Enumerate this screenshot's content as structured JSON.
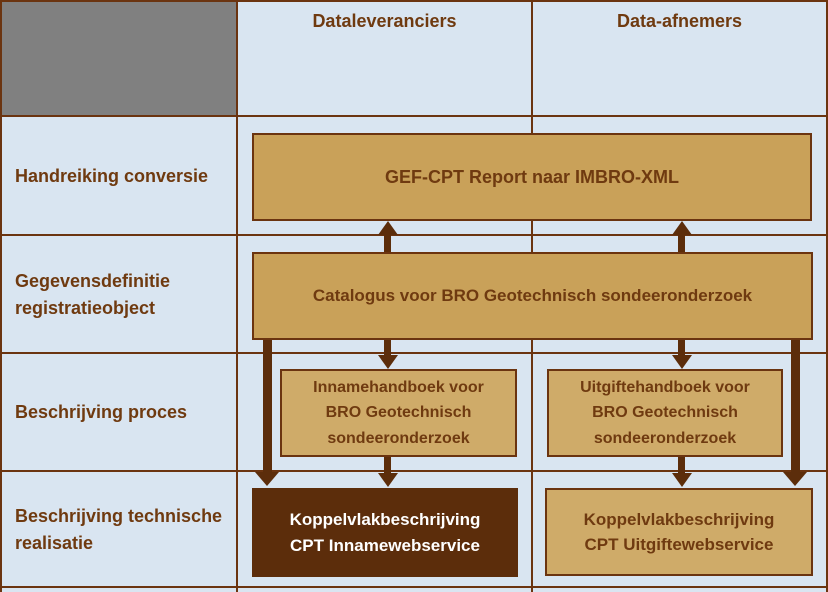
{
  "header": {
    "dataleveranciers": "Dataleveranciers",
    "data_afnemers": "Data-afnemers"
  },
  "row_labels": {
    "handreiking_conversie": "Handreiking conversie",
    "gegevensdefinitie_registratieobject": "Gegevensdefinitie\nregistratieobject",
    "beschrijving_proces": "Beschrijving proces",
    "beschrijving_technische_realisatie": "Beschrijving technische\nrealisatie"
  },
  "boxes": {
    "gef_cpt": "GEF-CPT Report naar IMBRO-XML",
    "catalogus": "Catalogus voor BRO Geotechnisch sondeeronderzoek",
    "inname_handboek": "Innamehandboek voor\nBRO Geotechnisch\nsondeeronderzoek",
    "uitgifte_handboek": "Uitgiftehandboek voor\nBRO Geotechnisch\nsondeeronderzoek",
    "koppelvlak_inname": "Koppelvlakbeschrijving\nCPT Innamewebservice",
    "koppelvlak_uitgifte": "Koppelvlakbeschrijving\nCPT Uitgiftewebservice"
  },
  "colors": {
    "background": "#D9E5F1",
    "gray_cell": "#808080",
    "grid_line": "#6B3410",
    "large_box_fill": "#C9A159",
    "small_box_fill": "#CFAB69",
    "dark_box_fill": "#5C2D0B",
    "arrow": "#5C2D0B",
    "text_brown": "#6F3A10",
    "dark_box_text": "#FFFFFF"
  }
}
